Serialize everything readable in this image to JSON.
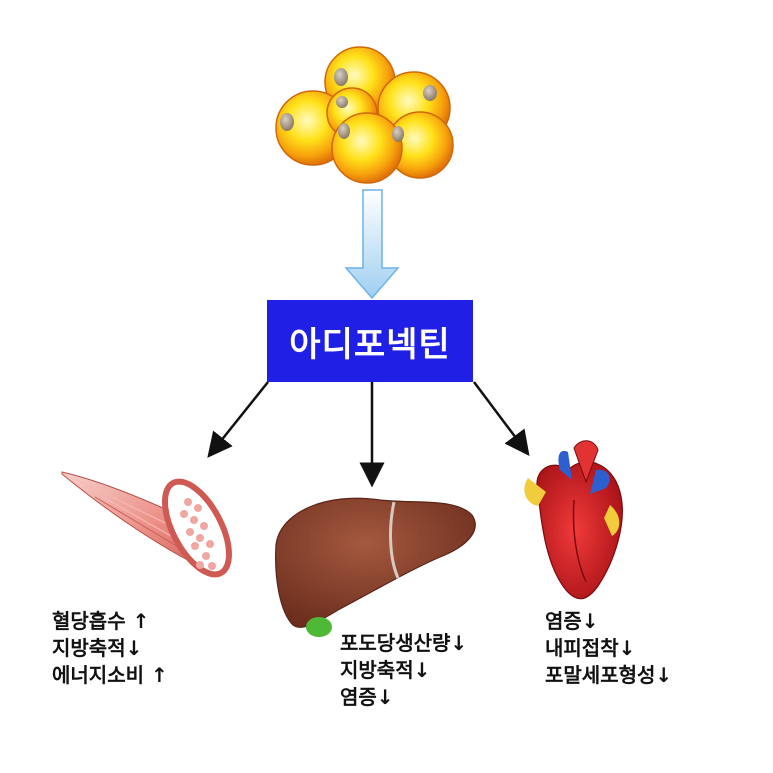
{
  "center": {
    "label": "아디포넥틴"
  },
  "icons": {
    "source": "fat-cells-icon",
    "targets": [
      "muscle-icon",
      "liver-icon",
      "heart-icon"
    ]
  },
  "targets": [
    {
      "id": "muscle",
      "effects": [
        "혈당흡수 ↑",
        "지방축적↓",
        "에너지소비 ↑"
      ]
    },
    {
      "id": "liver",
      "effects": [
        "포도당생산량↓",
        "지방축적↓",
        "염증↓"
      ]
    },
    {
      "id": "heart",
      "effects": [
        "염증↓",
        "내피접착↓",
        "포말세포형성↓"
      ]
    }
  ],
  "colors": {
    "center_box": "#1f1fe6",
    "center_text": "#ffffff",
    "flow_arrow": "#a9d3f2",
    "branch_arrow": "#111111"
  }
}
